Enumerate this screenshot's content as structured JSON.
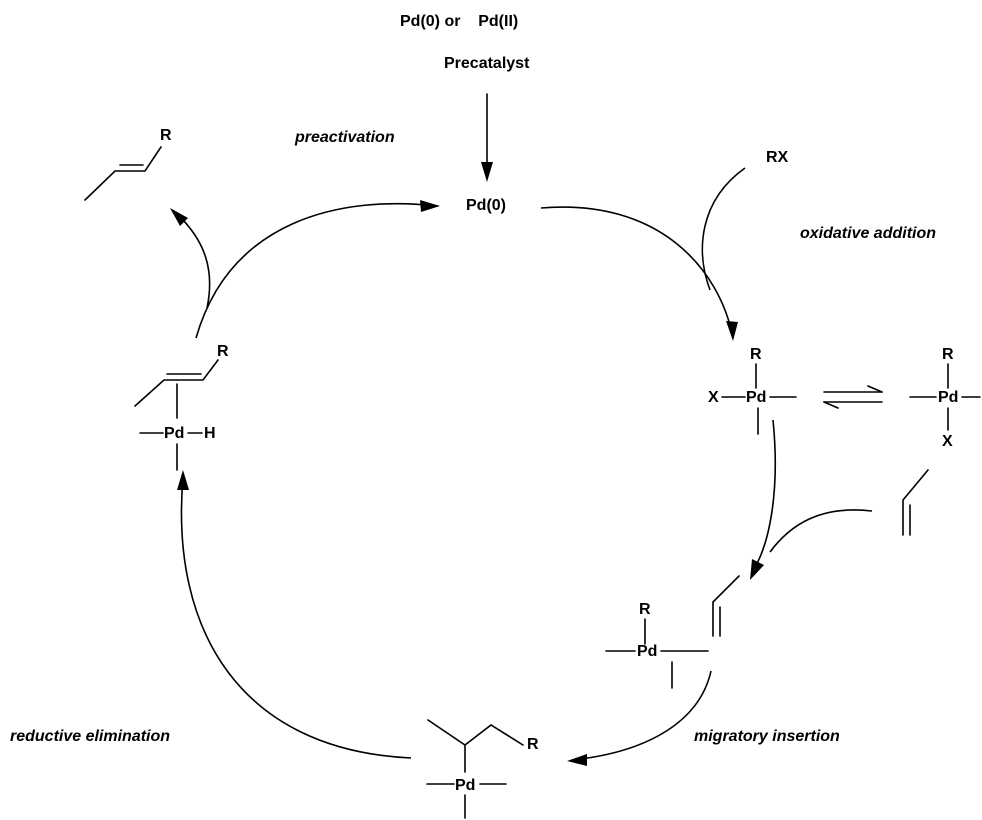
{
  "precatalyst": {
    "line1": "Pd(0) or    Pd(II)",
    "line2": "Precatalyst"
  },
  "catalyst": {
    "label": "Pd(0)"
  },
  "reagents": {
    "rx": "RX"
  },
  "steps": {
    "preactivation": "preactivation",
    "oxidative_addition": "oxidative addition",
    "migratory_insertion": "migratory insertion",
    "reductive_elimination": "reductive elimination"
  },
  "atoms": {
    "r": "R",
    "x": "X",
    "pd": "Pd",
    "h": "H"
  },
  "colors": {
    "ink": "#000000",
    "background": "#ffffff"
  }
}
